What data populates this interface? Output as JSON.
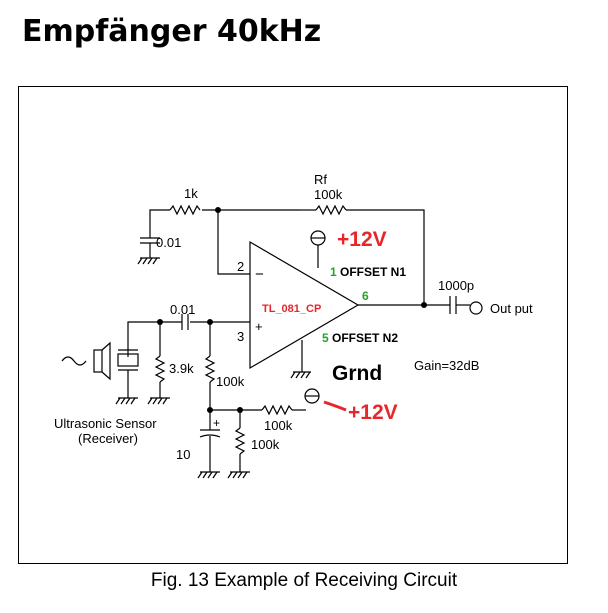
{
  "title": "Empfänger 40kHz",
  "caption": "Fig. 13  Example of Receiving Circuit",
  "components": {
    "r_1k": "1k",
    "rf_name": "Rf",
    "rf_value": "100k",
    "c_0_01_gnd": "0.01",
    "c_0_01_in": "0.01",
    "r_3_9k": "3.9k",
    "r_100k_bias": "100k",
    "r_100k_series": "100k",
    "r_100k_low": "100k",
    "c_10": "10",
    "c_1000p": "1000p",
    "output_label": "Out put",
    "sensor_line1": "Ultrasonic Sensor",
    "sensor_line2": "(Receiver)",
    "gain": "Gain=32dB"
  },
  "opamp": {
    "part": "TL_081_CP",
    "pin_inv": "2",
    "pin_noninv": "3",
    "minus": "−",
    "plus": "+",
    "pin1": "1",
    "pin1_name": "OFFSET N1",
    "pin5": "5",
    "pin5_name": "OFFSET N2",
    "pin6": "6",
    "cap_plus": "+"
  },
  "annotations": {
    "supply_top": "+12V",
    "ground": "Grnd",
    "supply_bottom": "+12V"
  },
  "colors": {
    "wire": "#000000",
    "annotation_red": "#e8262a",
    "pin_green": "#2aa02a"
  }
}
